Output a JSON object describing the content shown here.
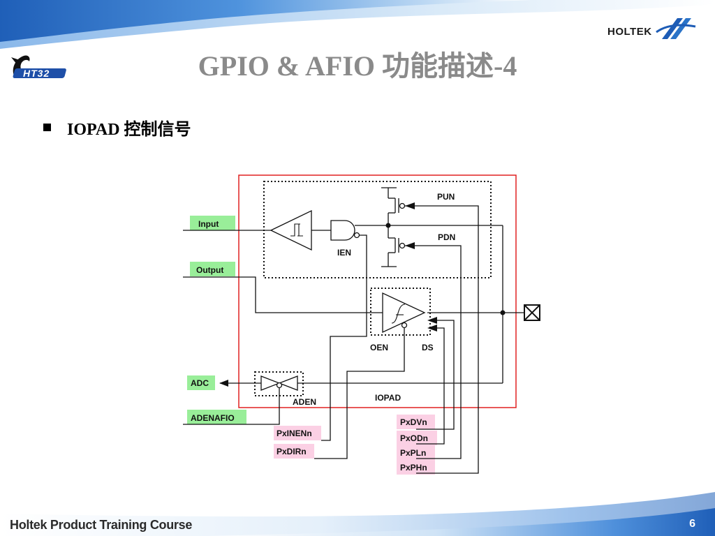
{
  "slide": {
    "title": "GPIO & AFIO 功能描述-4",
    "bullet": "IOPAD 控制信号",
    "footer": "Holtek Product Training Course",
    "page_number": "6",
    "brand": "HOLTEK",
    "ht32_logo_text": "HT32"
  },
  "diagram": {
    "pad_labels": {
      "input": "Input",
      "output": "Output",
      "adc": "ADC",
      "adenafio": "ADENAFIO",
      "pxinenn": "PxINENn",
      "pxdirn": "PxDIRn",
      "pxdvn": "PxDVn",
      "pxodn": "PxODn",
      "pxpln": "PxPLn",
      "pxphn": "PxPHn"
    },
    "internal_labels": {
      "pun": "PUN",
      "pdn": "PDN",
      "ien": "IEN",
      "oen": "OEN",
      "ds": "DS",
      "aden": "ADEN",
      "iopad": "IOPAD"
    },
    "colors": {
      "green_label": "#99ee99",
      "pink_label": "#fbd0e4",
      "frame_red": "#e02020",
      "title_gray": "#8a8a8a",
      "header_blue": "#2a73c8",
      "footer_blue": "#2a6fc2"
    }
  }
}
